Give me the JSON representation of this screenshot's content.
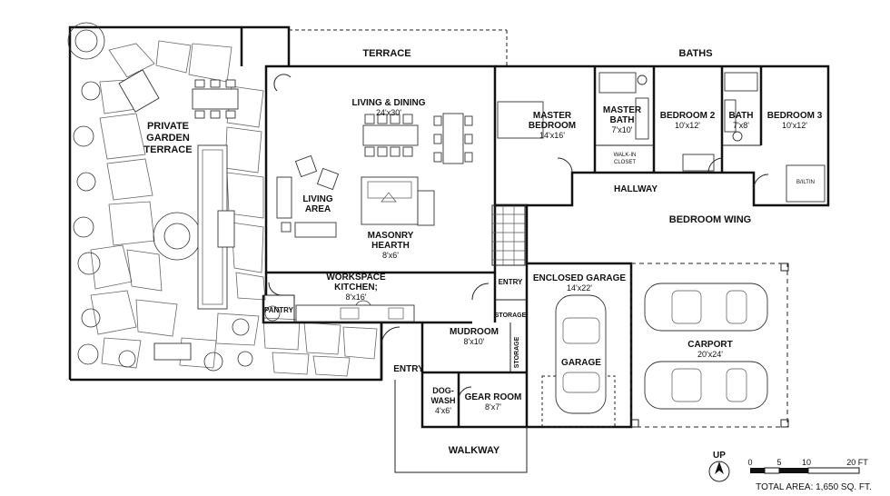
{
  "plan": {
    "terrace": {
      "name": "TERRACE"
    },
    "baths": {
      "name": "BATHS"
    },
    "private_garden": {
      "line1": "PRIVATE",
      "line2": "GARDEN",
      "line3": "TERRACE"
    },
    "living_dining": {
      "name": "LIVING & DINING",
      "dim": "24'x30'"
    },
    "living_area": {
      "line1": "LIVING",
      "line2": "AREA"
    },
    "masonry_hearth": {
      "line1": "MASONRY",
      "line2": "HEARTH",
      "dim": "8'x6'"
    },
    "master_bedroom": {
      "line1": "MASTER",
      "line2": "BEDROOM",
      "dim": "14'x16'"
    },
    "master_bath": {
      "line1": "MASTER",
      "line2": "BATH",
      "dim": "7'x10'"
    },
    "walk_in_closet": {
      "line1": "WALK-IN",
      "line2": "CLOSET"
    },
    "bedroom2": {
      "name": "BEDROOM 2",
      "dim": "10'x12'"
    },
    "bath": {
      "name": "BATH",
      "dim": "7'x8'"
    },
    "bedroom3": {
      "name": "BEDROOM 3",
      "dim": "10'x12'"
    },
    "builtin": {
      "name": "B/ILTIN"
    },
    "hallway": {
      "name": "HALLWAY"
    },
    "bedroom_wing": {
      "name": "BEDROOM WING"
    },
    "kitchen": {
      "line1": "WORKSPACE",
      "line2": "KITCHEN;",
      "dim": "8'x16'"
    },
    "pantry": {
      "name": "PANTRY"
    },
    "entry_top": {
      "name": "ENTRY"
    },
    "entry_bottom": {
      "name": "ENTRY"
    },
    "storage1": {
      "name": "STORAGE"
    },
    "storage2": {
      "name": "STORAGE"
    },
    "mudroom": {
      "name": "MUDROOM",
      "dim": "8'x10'"
    },
    "dogwash": {
      "line1": "DOG-",
      "line2": "WASH",
      "dim": "4'x6'"
    },
    "gear_room": {
      "name": "GEAR ROOM",
      "dim": "8'x7'"
    },
    "enclosed_garage": {
      "name": "ENCLOSED GARAGE",
      "dim": "14'x22'"
    },
    "garage": {
      "name": "GARAGE"
    },
    "carport": {
      "name": "CARPORT",
      "dim": "20'x24'"
    },
    "walkway": {
      "name": "WALKWAY"
    }
  },
  "legend": {
    "north": "UP",
    "scale_ticks": [
      "0",
      "5",
      "10",
      "20 FT"
    ],
    "total_area": "TOTAL AREA: 1,650 SQ. FT."
  }
}
